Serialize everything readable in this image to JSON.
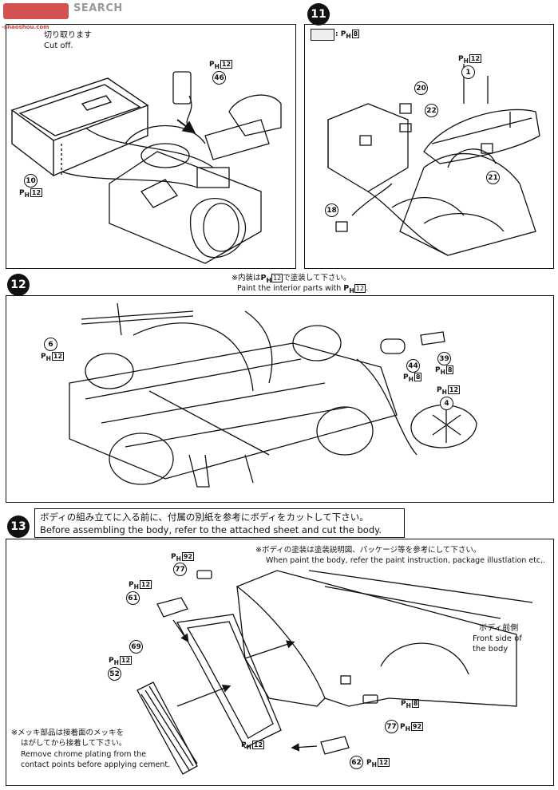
{
  "watermark": {
    "text": "SEARCH",
    "sub": "-shaoshou.com"
  },
  "step10": {
    "note_jp": "切り取ります",
    "note_en": "Cut off.",
    "parts": [
      {
        "num": "46",
        "ph": "12"
      },
      {
        "num": "10",
        "ph": "12"
      }
    ],
    "ph_prefix": "P",
    "ph_sub": "H"
  },
  "step11": {
    "badge": "11",
    "legend_ph": "8",
    "parts": [
      {
        "num": "1",
        "ph": "12"
      },
      {
        "num": "20"
      },
      {
        "num": "22"
      },
      {
        "num": "21"
      },
      {
        "num": "18"
      }
    ]
  },
  "step11_note": {
    "jp_prefix": "※内装は",
    "jp_ph": "12",
    "jp_suffix": "で塗装して下さい。",
    "en_prefix": "Paint the interior parts with",
    "en_ph": "12",
    "en_suffix": "."
  },
  "step12": {
    "badge": "12",
    "parts": [
      {
        "num": "6",
        "ph": "12"
      },
      {
        "num": "44",
        "ph": "8"
      },
      {
        "num": "39",
        "ph": "8"
      },
      {
        "num": "4",
        "ph": "12"
      }
    ]
  },
  "step13": {
    "badge": "13",
    "instr_jp": "ボディの組み立てに入る前に、付属の別紙を参考にボディをカットして下さい。",
    "instr_en": "Before assembling the body, refer to the attached sheet and cut the body.",
    "paint_note_jp": "※ボディの塗装は塗装説明図、パッケージ等を参考にして下さい。",
    "paint_note_en": "When paint the body, refer the paint instruction, package illustlation etc,.",
    "front_jp": "ボディ前側",
    "front_en1": "Front side of",
    "front_en2": "the body",
    "chrome_jp1": "※メッキ部品は接着面のメッキを",
    "chrome_jp2": "はがしてから接着して下さい。",
    "chrome_en1": "Remove chrome plating from the",
    "chrome_en2": "contact points before applying cement.",
    "parts": [
      {
        "num": "77",
        "ph": "92"
      },
      {
        "num": "61",
        "ph": "12"
      },
      {
        "num": "69"
      },
      {
        "num": "52",
        "ph": "12"
      },
      {
        "num": "77",
        "ph": "92"
      },
      {
        "num": "62",
        "ph": "12"
      }
    ],
    "body_ph": "8",
    "grille_ph": "12"
  }
}
